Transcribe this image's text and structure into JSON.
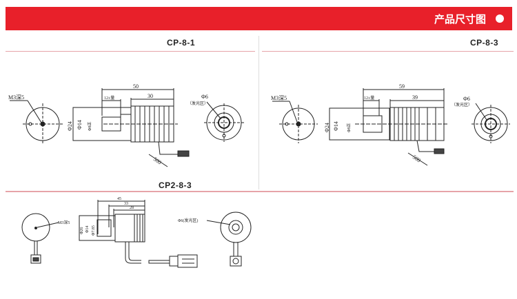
{
  "header": {
    "title": "产品尺寸图"
  },
  "sections": [
    {
      "label": "CP-8-1",
      "dims": {
        "hole": "M3深5",
        "total": "50",
        "fins": "30",
        "front": "12±量",
        "dia_outer": "Φ24",
        "dia_mid": "Φ14",
        "dia_inner": "Φ8正",
        "emit": "Φ6",
        "emit_note": "（发光区）",
        "cable": "500"
      }
    },
    {
      "label": "CP-8-3",
      "dims": {
        "hole": "M3深5",
        "total": "59",
        "fins": "39",
        "front": "12±量",
        "dia_outer": "Φ24",
        "dia_mid": "Φ14",
        "dia_inner": "Φ8正",
        "emit": "Φ6",
        "emit_note": "（发光区）",
        "cable": "500"
      }
    },
    {
      "label": "CP2-8-3",
      "dims": {
        "hole": "M3深5",
        "total": "45",
        "mid": "33",
        "fins": "28",
        "dia_outer": "Φ26",
        "dia_mid": "Φ14",
        "dia_inner": "Φ7.85",
        "emit": "Φ6(发光区)"
      }
    }
  ]
}
